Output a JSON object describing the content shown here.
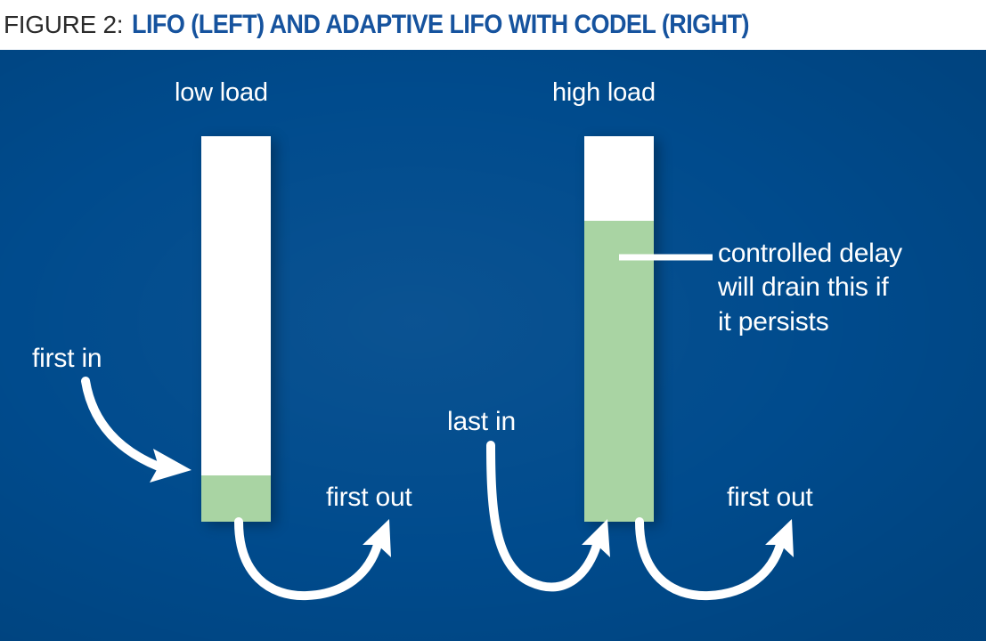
{
  "figure": {
    "number_label": "FIGURE 2:",
    "caption": "LIFO (LEFT) AND ADAPTIVE LIFO WITH CODEL (RIGHT)"
  },
  "colors": {
    "panel_background": "#004b8d",
    "caption_blue": "#16539e",
    "figure_number_gray": "#2b2b2b",
    "queue_empty": "#ffffff",
    "queue_filled": "#a9d4a3",
    "label_text": "#ffffff"
  },
  "panels": [
    {
      "id": "low-load",
      "heading": "low load",
      "queue": {
        "name": "lifo-queue",
        "fill_fraction": 0.12,
        "empty_fraction": 0.88
      },
      "annotations": [
        {
          "name": "first-in",
          "text": "first in"
        },
        {
          "name": "first-out",
          "text": "first out"
        }
      ]
    },
    {
      "id": "high-load",
      "heading": "high load",
      "queue": {
        "name": "adaptive-lifo-codel-queue",
        "fill_fraction": 0.78,
        "empty_fraction": 0.22
      },
      "annotations": [
        {
          "name": "last-in",
          "text": "last in"
        },
        {
          "name": "first-out",
          "text": "first out"
        },
        {
          "name": "codel-note",
          "text": "controlled delay will drain this if it persists"
        }
      ]
    }
  ],
  "codel_note_lines": {
    "line1": "controlled delay",
    "line2": "will drain this if",
    "line3": "it persists"
  },
  "icons": {
    "curved_arrow": "curved-arrow-icon",
    "leader_line": "leader-line-icon"
  }
}
